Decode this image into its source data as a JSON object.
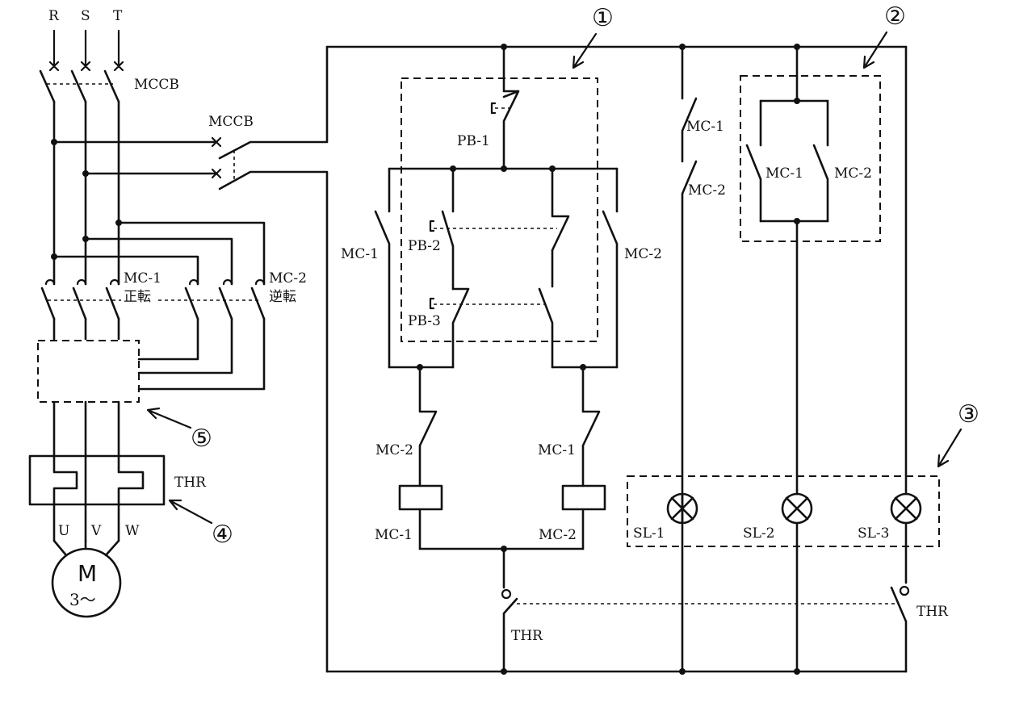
{
  "labels": {
    "phase_r": "R",
    "phase_s": "S",
    "phase_t": "T",
    "mccb_main": "MCCB",
    "mccb_control": "MCCB",
    "mc1_main": "MC-1",
    "mc1_main_sub": "正転",
    "mc2_main": "MC-2",
    "mc2_main_sub": "逆転",
    "thr_main": "THR",
    "u": "U",
    "v": "V",
    "w": "W",
    "motor_m": "M",
    "motor_sub": "3～",
    "pb1": "PB-1",
    "pb2": "PB-2",
    "pb3": "PB-3",
    "mc1_self_hold": "MC-1",
    "mc2_self_hold": "MC-2",
    "mc2_interlock": "MC-2",
    "mc1_interlock": "MC-1",
    "mc1_coil": "MC-1",
    "mc2_coil": "MC-2",
    "thr_nc": "THR",
    "thr_no": "THR",
    "mc1_series": "MC-1",
    "mc2_series": "MC-2",
    "mc1_parallel": "MC-1",
    "mc2_parallel": "MC-2",
    "sl1": "SL-1",
    "sl2": "SL-2",
    "sl3": "SL-3"
  },
  "callouts": {
    "c1": "①",
    "c2": "②",
    "c3": "③",
    "c4": "④",
    "c5": "⑤"
  }
}
